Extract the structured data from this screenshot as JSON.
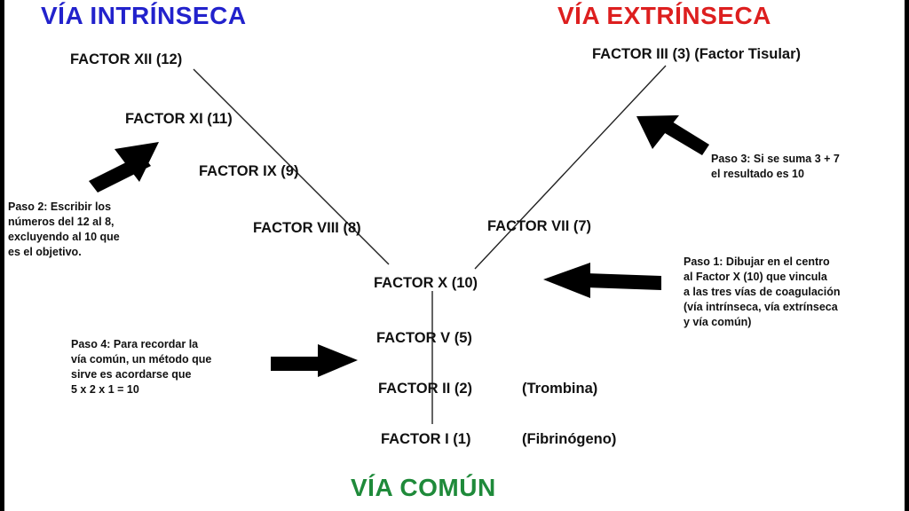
{
  "headings": {
    "intrinsic": {
      "text": "VÍA INTRÍNSECA",
      "color": "#2222cc"
    },
    "extrinsic": {
      "text": "VÍA EXTRÍNSECA",
      "color": "#dd1f1f"
    },
    "common": {
      "text": "VÍA COMÚN",
      "color": "#1f8a3a"
    }
  },
  "factors": {
    "xii": "FACTOR XII (12)",
    "xi": "FACTOR XI (11)",
    "ix": "FACTOR IX (9)",
    "viii": "FACTOR VIII (8)",
    "iii": "FACTOR III (3) (Factor Tisular)",
    "vii": "FACTOR VII (7)",
    "x": "FACTOR X (10)",
    "v": "FACTOR V (5)",
    "ii": "FACTOR II (2)",
    "ii_note": "(Trombina)",
    "i": "FACTOR I (1)",
    "i_note": "(Fibrinógeno)"
  },
  "notes": {
    "step1": [
      "Paso 1: Dibujar en el centro",
      "al Factor X (10) que vincula",
      "a las tres vías de coagulación",
      "(vía intrínseca, vía extrínseca",
      "y vía común)"
    ],
    "step2": [
      "Paso 2: Escribir los",
      "números del 12 al 8,",
      "excluyendo al 10 que",
      "es el objetivo."
    ],
    "step3": [
      "Paso 3: Si se suma 3 + 7",
      "el resultado es 10"
    ],
    "step4": [
      "Paso 4: Para recordar la",
      "vía común, un método que",
      "sirve es acordarse que",
      "5 x 2 x 1 = 10"
    ]
  },
  "icons": {
    "step1_arrow": "arrow-left-icon",
    "step2_arrow": "arrow-up-right-icon",
    "step3_arrow": "arrow-up-left-icon",
    "step4_arrow": "arrow-right-icon"
  }
}
